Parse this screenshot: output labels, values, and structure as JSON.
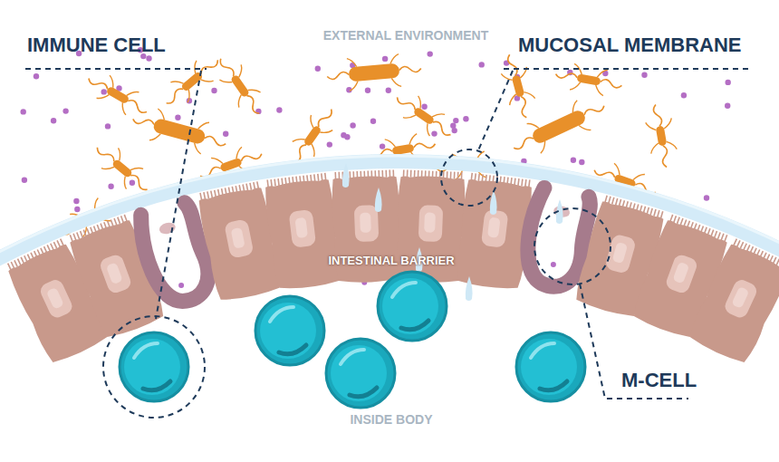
{
  "diagram": {
    "labels": [
      "IMMUNE CELL",
      "EXTERNAL ENVIRONMENT",
      "MUCOSAL MEMBRANE",
      "INTESTINAL BARRIER",
      "INSIDE BODY",
      "M-CELL"
    ]
  }
}
